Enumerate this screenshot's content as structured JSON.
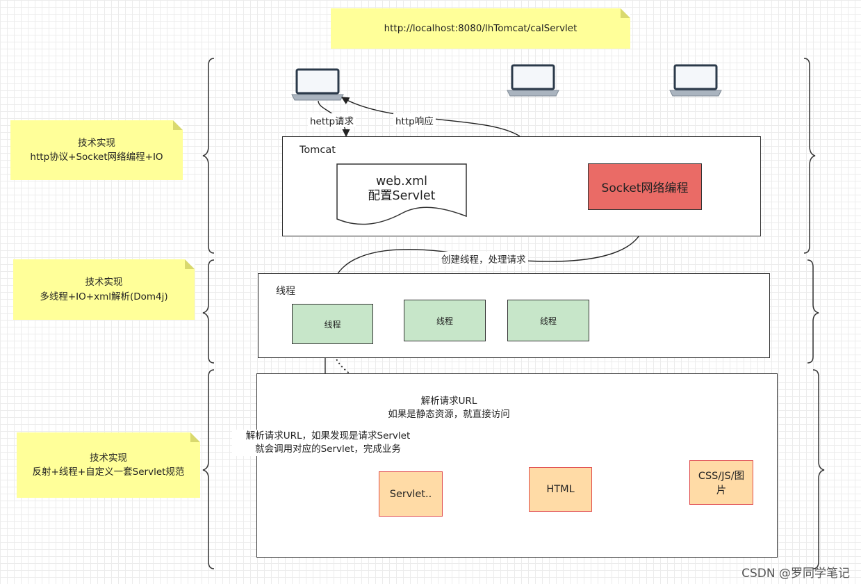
{
  "url_note": "http://localhost:8080/lhTomcat/calServlet",
  "notes": [
    "技术实现\nhttp协议+Socket网络编程+IO",
    "技术实现\n多线程+IO+xml解析(Dom4j)",
    "技术实现\n反射+线程+自定义一套Servlet规范"
  ],
  "tomcat": {
    "title": "Tomcat",
    "doc_label": "web.xml\n配置Servlet",
    "socket_label": "Socket网络编程"
  },
  "threads": {
    "title": "线程",
    "items": [
      "线程",
      "线程",
      "线程"
    ]
  },
  "edges": {
    "request": "hettp请求",
    "response": "http响应",
    "create_thread": "创建线程，处理请求",
    "parse_static": "解析请求URL\n如果是静态资源，就直接访问",
    "parse_servlet": "解析请求URL，如果发现是请求Servlet\n就会调用对应的Servlet，完成业务"
  },
  "resources": {
    "servlet": "Servlet..",
    "html": "HTML",
    "static": "CSS/JS/图\n片"
  },
  "watermark": "CSDN @罗同学笔记",
  "icons": [
    "laptop-icon",
    "laptop-icon",
    "laptop-icon"
  ],
  "colors": {
    "note_fill": "#ffff99",
    "socket_fill": "#ea6b66",
    "thread_fill": "#c7e6c9",
    "resource_fill": "#ffdba6",
    "resource_stroke": "#e04b4b"
  }
}
